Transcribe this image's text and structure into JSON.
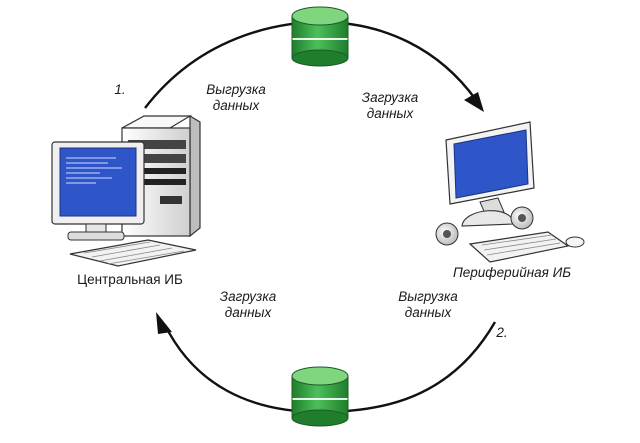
{
  "labels": {
    "step1": "1.",
    "step2": "2.",
    "upload_top": [
      "Выгрузка",
      "данных"
    ],
    "download_top": [
      "Загрузка",
      "данных"
    ],
    "download_bottom": [
      "Загрузка",
      "данных"
    ],
    "upload_bottom": [
      "Выгрузка",
      "данных"
    ],
    "central": "Центральная ИБ",
    "peripheral": "Периферийная ИБ"
  },
  "colors": {
    "database": "#2e9a3c",
    "database_light": "#7fd67f",
    "screen_blue": "#2f56c8",
    "arrow": "#111111",
    "casing": "#eeeeee",
    "outline": "#333333"
  }
}
